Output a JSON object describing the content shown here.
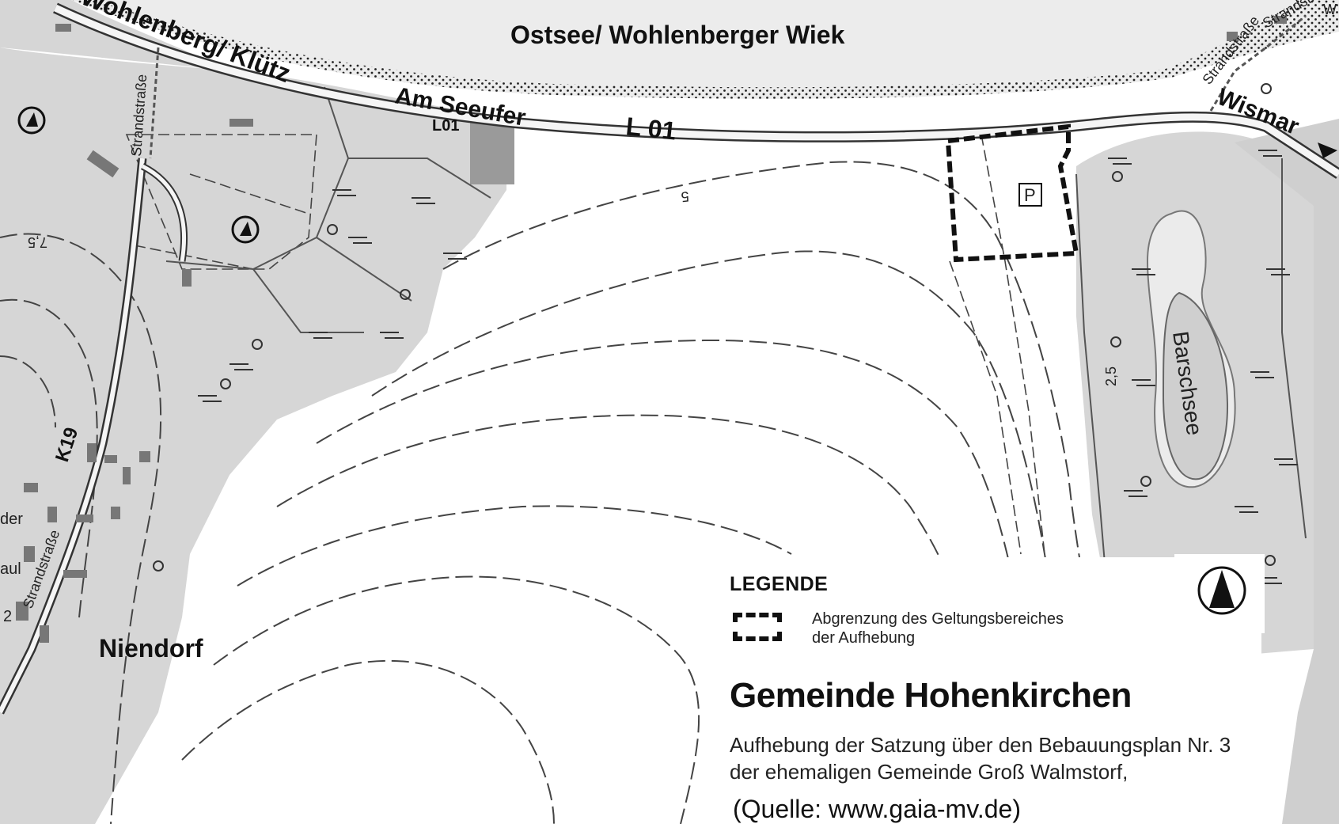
{
  "map": {
    "sea_label": "Ostsee/ Wohlenberger Wiek",
    "road_coast_label": "Wohlenberg/ Klütz",
    "street_seeufer": "Am Seeufer",
    "road_code_small": "L01",
    "road_code_main": "L 01",
    "destination_label": "Wismar",
    "village_label": "Niendorf",
    "lake_label": "Barschsee",
    "road_k19": "K19",
    "strandstrasse_1": "Strandstraße",
    "strandstrasse_2": "Strandstraße",
    "strandstrasse_3": "Strandstraße",
    "strandstrasse_4": "Strandstraße",
    "contour_5": "5",
    "contour_75": "7,5",
    "contour_25": "2,5",
    "edge_fragment_der": "der",
    "edge_fragment_aul": "aul",
    "edge_fragment_2": "2",
    "edge_fragment_w": "W",
    "parking_symbol": "P",
    "colors": {
      "land_gray": "#d6d6d6",
      "dark_gray": "#8a8a8a",
      "line": "#333333",
      "boundary": "#111111"
    }
  },
  "legend": {
    "title": "LEGENDE",
    "boundary_label_line1": "Abgrenzung des Geltungsbereiches",
    "boundary_label_line2": "der Aufhebung",
    "municipality": "Gemeinde Hohenkirchen",
    "description_line1": "Aufhebung der Satzung über den Bebauungsplan Nr. 3",
    "description_line2": "der ehemaligen Gemeinde Groß Walmstorf,",
    "source": "(Quelle: www.gaia-mv.de)"
  },
  "north_arrow": {
    "icon": "north-arrow-icon"
  }
}
